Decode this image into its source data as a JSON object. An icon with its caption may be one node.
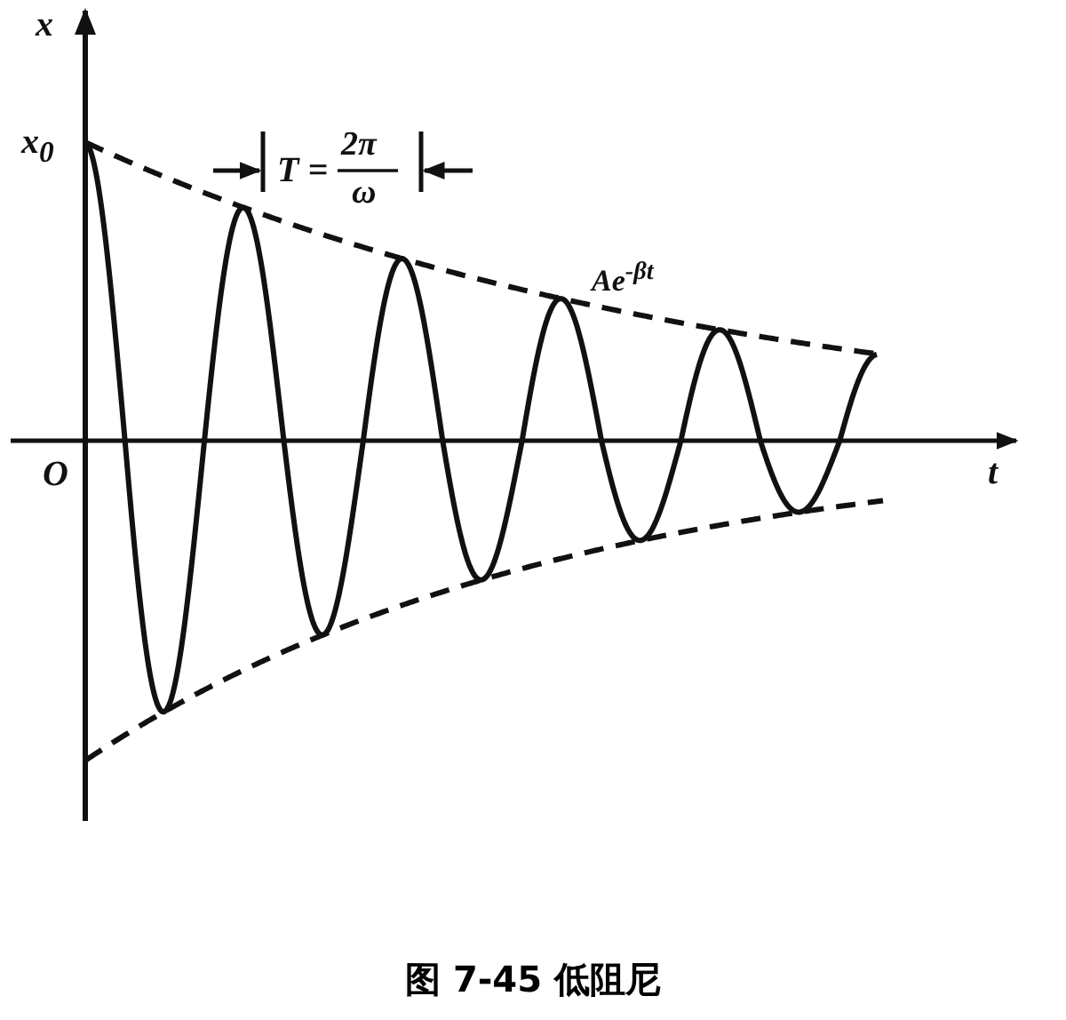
{
  "diagram": {
    "caption": "图 7-45 低阻尼",
    "labels": [
      "x",
      "x$_{0}$",
      "T =",
      "2π",
      "ω",
      "Ae$^{-βt}$",
      "O",
      "t"
    ]
  }
}
